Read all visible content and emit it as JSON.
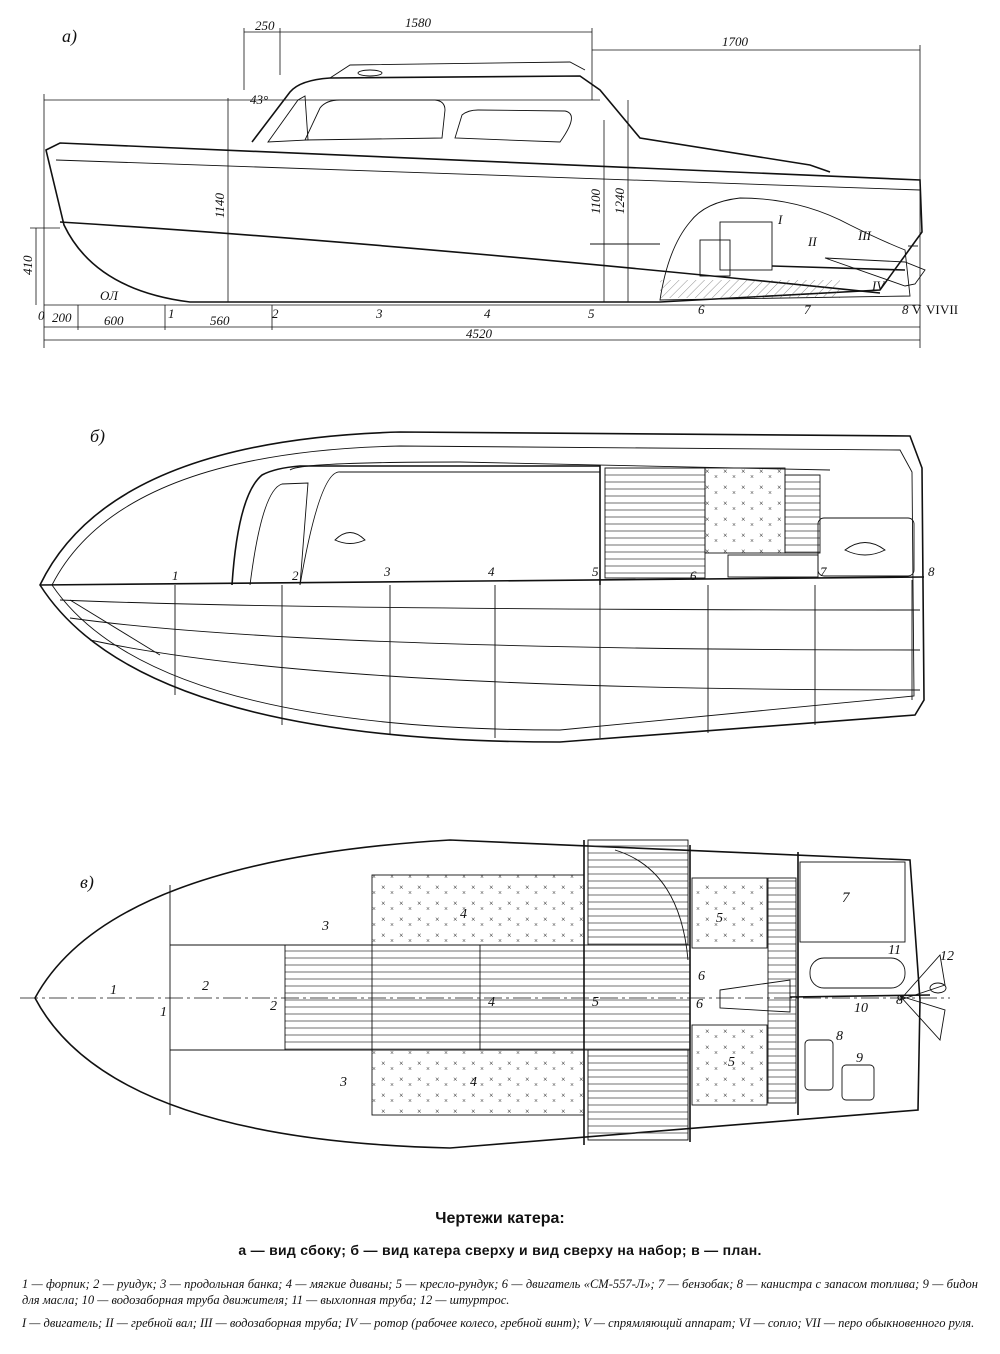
{
  "views": {
    "side": {
      "letter": "а)"
    },
    "top": {
      "letter": "б)"
    },
    "plan": {
      "letter": "в)"
    }
  },
  "dimensions": {
    "d250": "250",
    "d1580": "1580",
    "d1700": "1700",
    "angle": "43°",
    "d1140": "1140",
    "d1100": "1100",
    "d1240": "1240",
    "d410": "410",
    "ol": "ОЛ",
    "zero": "0",
    "d200": "200",
    "d600": "600",
    "d560": "560",
    "d4520": "4520"
  },
  "frame_numbers": [
    "1",
    "2",
    "3",
    "4",
    "5",
    "6",
    "7",
    "8"
  ],
  "roman_labels": [
    "I",
    "II",
    "III",
    "IV",
    "V",
    "VI",
    "VII"
  ],
  "plan_labels": {
    "p1": "1",
    "p1b": "1",
    "p2": "2",
    "p2b": "2",
    "p3a": "3",
    "p3b": "3",
    "p4a": "4",
    "p4b": "4",
    "p4c": "4",
    "p5": "5",
    "p5a": "5",
    "p5b": "5",
    "p6a": "6",
    "p6b": "6",
    "p7": "7",
    "p8a": "8",
    "p8b": "8",
    "p9": "9",
    "p10": "10",
    "p11": "11",
    "p12": "12"
  },
  "caption": {
    "title": "Чертежи катера:",
    "subtitle": "а — вид сбоку; б — вид катера сверху и вид сверху на набор; в — план.",
    "legend_numbers": "1 — форпик; 2 — руидук; 3 — продольная банка; 4 — мягкие диваны; 5 — кресло-рундук; 6 — двигатель «СМ-557-Л»; 7 — бензобак; 8 — канистра с запасом топлива; 9 — бидон для масла; 10 — водозаборная труба движителя; 11 — выхлопная труба; 12 — штуртрос.",
    "legend_roman": "I — двигатель; II — гребной вал; III — водозаборная труба; IV — ротор (рабочее колесо, гребной винт); V — спрямляющий аппарат; VI — сопло; VII — перо обыкновенного руля."
  }
}
